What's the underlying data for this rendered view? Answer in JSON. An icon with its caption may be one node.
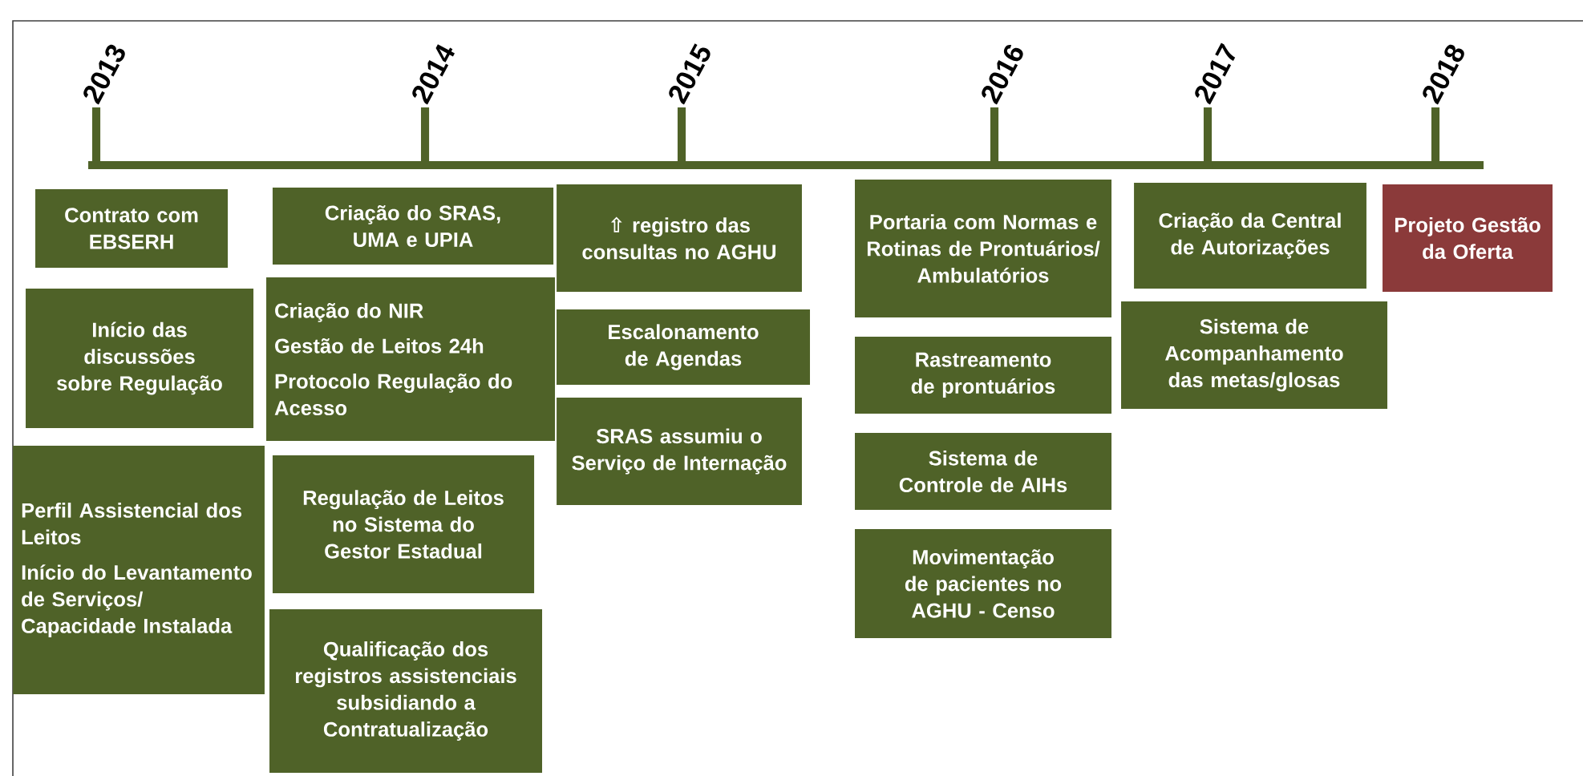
{
  "diagram": {
    "nodes": [
      {
        "text": [
          "Contrato com EBSERH"
        ]
      },
      {
        "text": [
          "Início das discussões sobre Regulação"
        ]
      },
      {
        "text": [
          "Perfil Assistencial dos Leitos",
          "Início do Levantamento de Serviços/ Capacidade Instalada"
        ]
      },
      {
        "text": [
          "Criação do SRAS, UMA e UPIA"
        ]
      },
      {
        "text": [
          "Criação do NIR",
          "Gestão de Leitos 24h",
          "Protocolo Regulação do Acesso"
        ]
      },
      {
        "text": [
          "Regulação de Leitos no Sistema do Gestor Estadual"
        ]
      },
      {
        "text": [
          "Qualificação dos registros assistenciais subsidiando a Contratualização"
        ]
      },
      {
        "text": [
          "⇧ registro das consultas no AGHU"
        ]
      },
      {
        "text": [
          "Escalonamento de Agendas"
        ]
      },
      {
        "text": [
          "SRAS assumiu o Serviço de Internação"
        ]
      },
      {
        "text": [
          "Portaria com Normas e Rotinas de Prontuários/ Ambulatórios"
        ]
      },
      {
        "text": [
          "Rastreamento de prontuários"
        ]
      },
      {
        "text": [
          "Sistema de Controle de AIHs"
        ]
      },
      {
        "text": [
          "Movimentação de pacientes no AGHU - Censo"
        ]
      },
      {
        "text": [
          "Criação da Central de Autorizações"
        ]
      },
      {
        "text": [
          "Sistema de Acompanhamento das metas/glosas"
        ]
      },
      {
        "text": [
          "Projeto Gestão da Oferta"
        ]
      }
    ],
    "labels": [
      "2013",
      "2014",
      "2015",
      "2016",
      "2017",
      "2018"
    ]
  }
}
